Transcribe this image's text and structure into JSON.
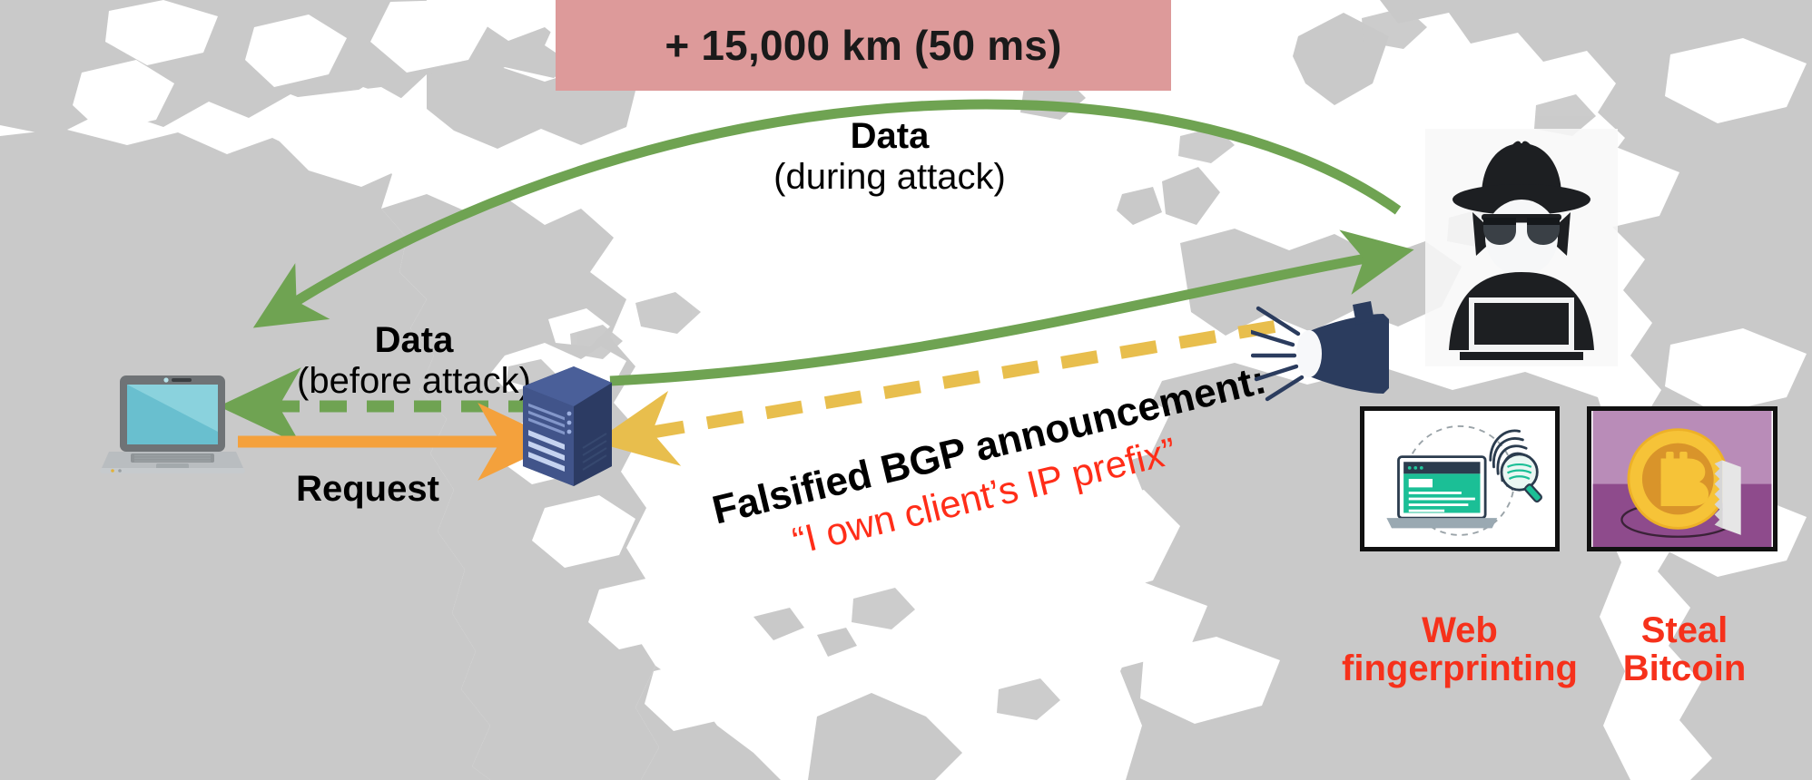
{
  "figure": {
    "title": "BGP hijack attack: traffic detour to attacker",
    "background": "world-map-grey"
  },
  "banner": {
    "text": "+ 15,000 km (50 ms)",
    "color": "#dd9a9a",
    "text_color": "#1a1a1a"
  },
  "labels": {
    "data_during_attack": {
      "main": "Data",
      "sub": "(during attack)"
    },
    "data_before_attack": {
      "main": "Data",
      "sub": "(before attack)"
    },
    "request": "Request"
  },
  "bgp": {
    "announcement": "Falsified BGP announcement:",
    "quote": "“I own client’s IP prefix”",
    "announcement_color": "#000000",
    "quote_color": "#ff2d18"
  },
  "outcomes": [
    {
      "name": "web-fingerprinting",
      "caption": "Web\nfingerprinting",
      "color": "#f6311b"
    },
    {
      "name": "steal-bitcoin",
      "caption": "Steal\nBitcoin",
      "color": "#f6311b"
    }
  ],
  "nodes": [
    {
      "name": "client-laptop",
      "role": "client"
    },
    {
      "name": "server-rack",
      "role": "server"
    },
    {
      "name": "attacker-hacker",
      "role": "attacker"
    },
    {
      "name": "megaphone",
      "role": "announcement-source"
    }
  ],
  "flows": [
    {
      "name": "data-before-attack",
      "style": "dashed",
      "color": "#6fa352",
      "from": "server-rack",
      "to": "client-laptop"
    },
    {
      "name": "request",
      "style": "solid",
      "color": "#f4a13c",
      "from": "client-laptop",
      "to": "server-rack"
    },
    {
      "name": "data-during-attack-outbound",
      "style": "solid",
      "color": "#6fa352",
      "from": "server-rack",
      "to": "attacker-hacker"
    },
    {
      "name": "data-during-attack-return",
      "style": "solid-curved",
      "color": "#6fa352",
      "from": "attacker-hacker",
      "to": "client-laptop"
    },
    {
      "name": "falsified-bgp-announcement",
      "style": "dashed",
      "color": "#e8be4d",
      "from": "megaphone",
      "to": "server-rack"
    }
  ],
  "palette": {
    "map_land": "#c9c9c9",
    "map_ocean": "#ffffff",
    "green": "#6fa352",
    "orange": "#f4a13c",
    "yellow": "#e8be4d",
    "navy": "#2b3c5e",
    "red": "#f6311b",
    "banner": "#dd9a9a"
  }
}
